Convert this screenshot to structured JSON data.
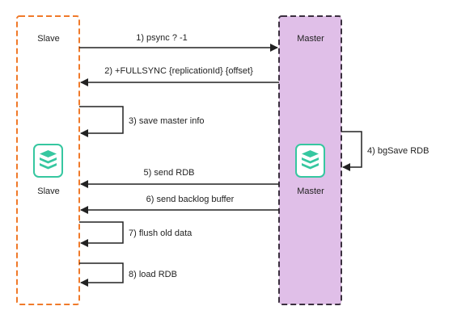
{
  "colors": {
    "slave_border": "#f07a2a",
    "master_border": "#3b2f3f",
    "master_fill": "#e0bfe8",
    "redis_icon": "#36c7a0",
    "arrow": "#222222"
  },
  "slave": {
    "title": "Slave",
    "icon_label": "Slave",
    "icon": "redis-stack-icon"
  },
  "master": {
    "title": "Master",
    "icon_label": "Master",
    "icon": "redis-stack-icon"
  },
  "steps": [
    {
      "label": "1) psync ? -1",
      "direction": "to-master"
    },
    {
      "label": "2) +FULLSYNC {replicationId} {offset}",
      "direction": "to-slave"
    },
    {
      "label": "3) save master info",
      "direction": "self-slave"
    },
    {
      "label": "4) bgSave RDB",
      "direction": "self-master"
    },
    {
      "label": "5) send RDB",
      "direction": "to-slave"
    },
    {
      "label": "6) send backlog buffer",
      "direction": "to-slave"
    },
    {
      "label": "7) flush old data",
      "direction": "self-slave"
    },
    {
      "label": "8) load RDB",
      "direction": "self-slave"
    }
  ]
}
